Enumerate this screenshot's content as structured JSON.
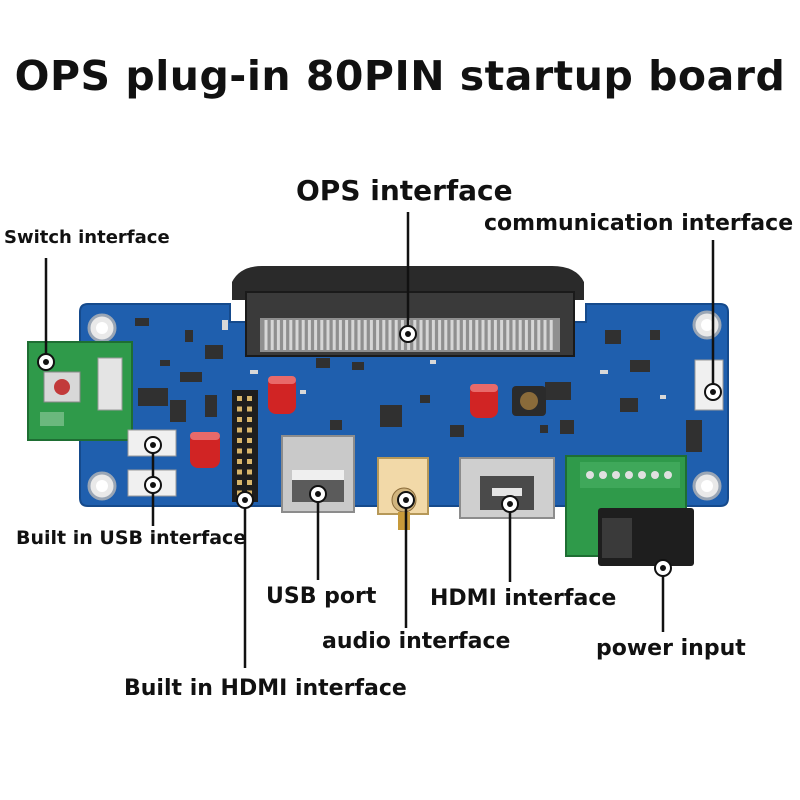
{
  "title": "OPS plug-in 80PIN startup board",
  "labels": {
    "ops_interface": "OPS interface",
    "communication_interface": "communication interface",
    "switch_interface": "Switch interface",
    "built_in_usb_interface": "Built in USB interface",
    "usb_port": "USB port",
    "hdmi_interface": "HDMI interface",
    "audio_interface": "audio interface",
    "power_input": "power input",
    "built_in_hdmi_interface": "Built in HDMI interface"
  },
  "colors": {
    "pcb": "#1f5fae",
    "pcb_dark": "#154a8c",
    "sub_board": "#2f9a4a",
    "connector": "#2a2a2a",
    "metal": "#c8c8c8",
    "capacitor": "#d12424",
    "text": "#111111"
  }
}
